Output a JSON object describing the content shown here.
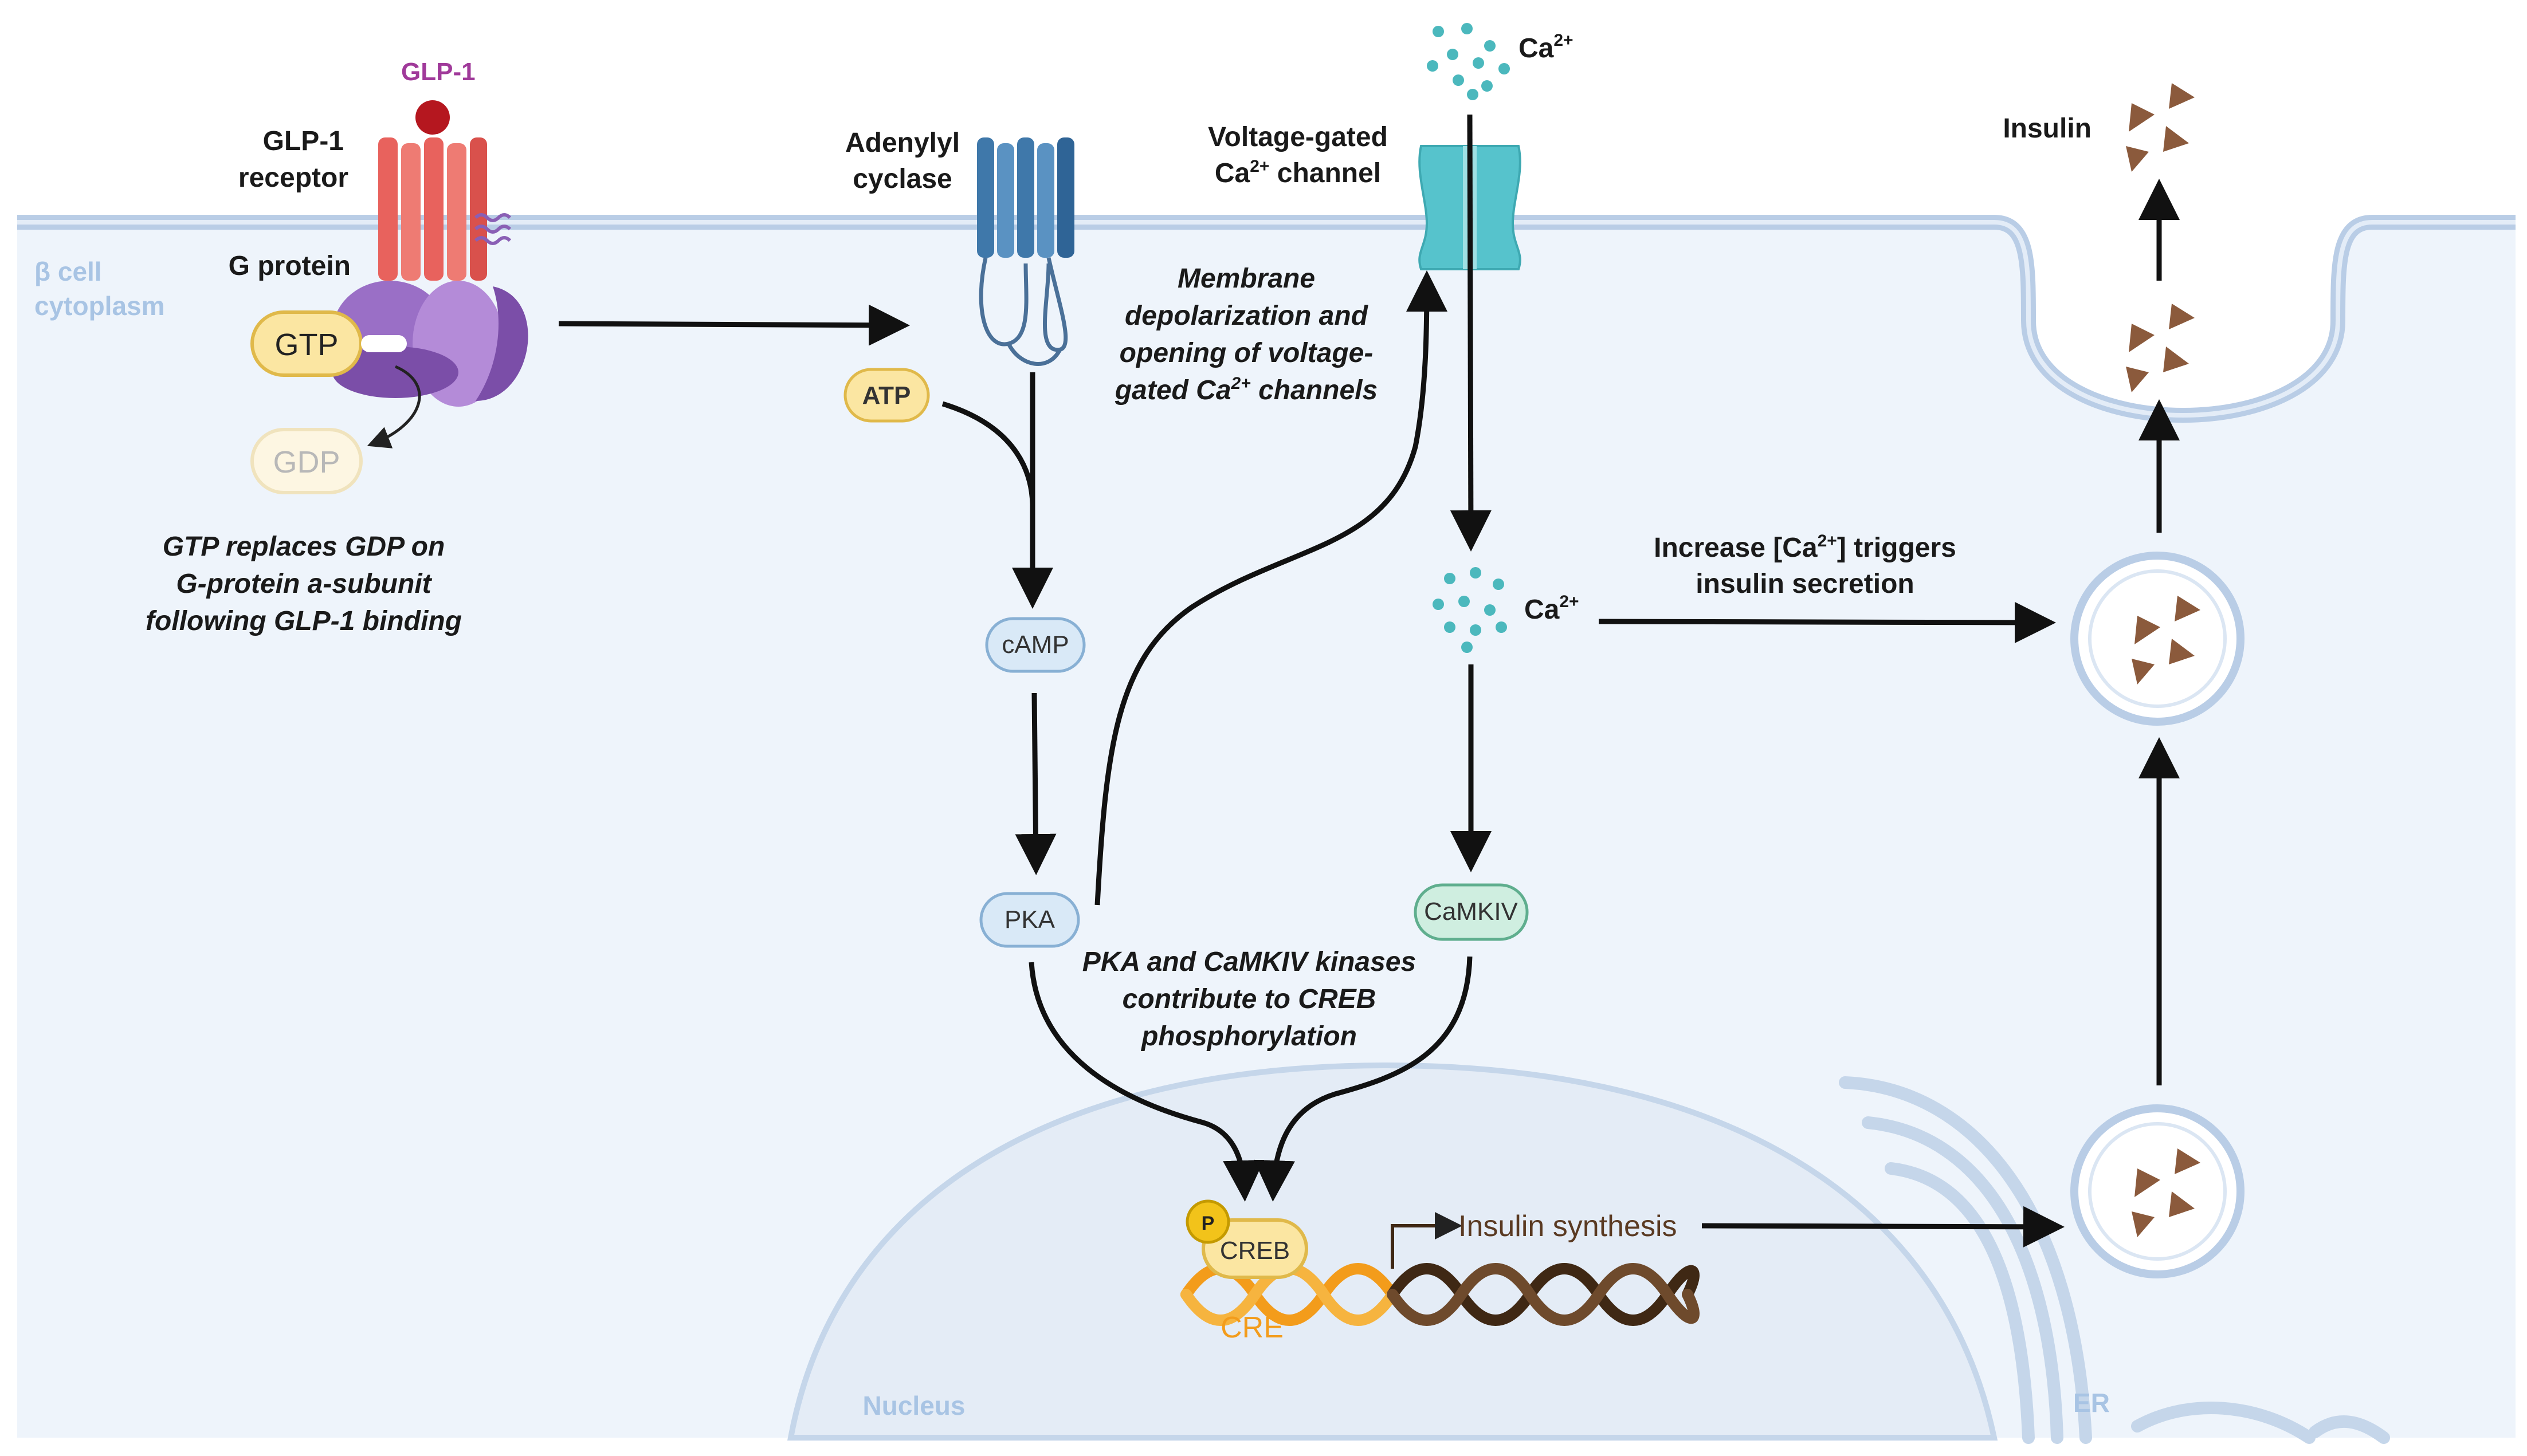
{
  "labels": {
    "glp1": "GLP-1",
    "glp1_receptor_1": "GLP-1",
    "glp1_receptor_2": "receptor",
    "g_protein": "G protein",
    "gtp": "GTP",
    "gdp": "GDP",
    "beta_cell_1": "β cell",
    "beta_cell_2": "cytoplasm",
    "adenylyl_1": "Adenylyl",
    "adenylyl_2": "cyclase",
    "atp": "ATP",
    "camp": "cAMP",
    "pka": "PKA",
    "vgcc_1": "Voltage-gated",
    "vgcc_2_pre": "Ca",
    "vgcc_2_sup": "2+",
    "vgcc_2_post": " channel",
    "ca_top": "Ca",
    "ca_top_sup": "2+",
    "ca_mid": "Ca",
    "ca_mid_sup": "2+",
    "camkiv": "CaMKIV",
    "insulin": "Insulin",
    "creb": "CREB",
    "p": "P",
    "cre": "CRE",
    "insulin_synthesis": "Insulin synthesis",
    "nucleus": "Nucleus",
    "er": "ER"
  },
  "annotations": {
    "gtp_note": [
      "GTP replaces GDP on",
      "G-protein a-subunit",
      "following GLP-1 binding"
    ],
    "membrane_note": [
      "Membrane",
      "depolarization and",
      "opening of voltage-"
    ],
    "membrane_note_last_pre": "gated Ca",
    "membrane_note_last_sup": "2+",
    "membrane_note_last_post": " channels",
    "increase_pre": "Increase [Ca",
    "increase_sup": "2+",
    "increase_post": "] triggers",
    "increase_line2": "insulin secretion",
    "kinase_note": [
      "PKA and CaMKIV kinases",
      "contribute to CREB",
      "phosphorylation"
    ]
  },
  "colors": {
    "cytoplasm": "#eef4fb",
    "membrane": "#b9cde6",
    "receptor": "#e8625d",
    "g_protein": "#8a5fb5",
    "adenylyl": "#3f78aa",
    "channel": "#56c3cc",
    "calcium": "#4bb8bd",
    "insulin": "#8b5a3c",
    "gtp_fill": "#fbe6a2",
    "creb_fill": "#fbe6a2",
    "cre": "#f39c1b",
    "dna": "#5a3a22"
  }
}
